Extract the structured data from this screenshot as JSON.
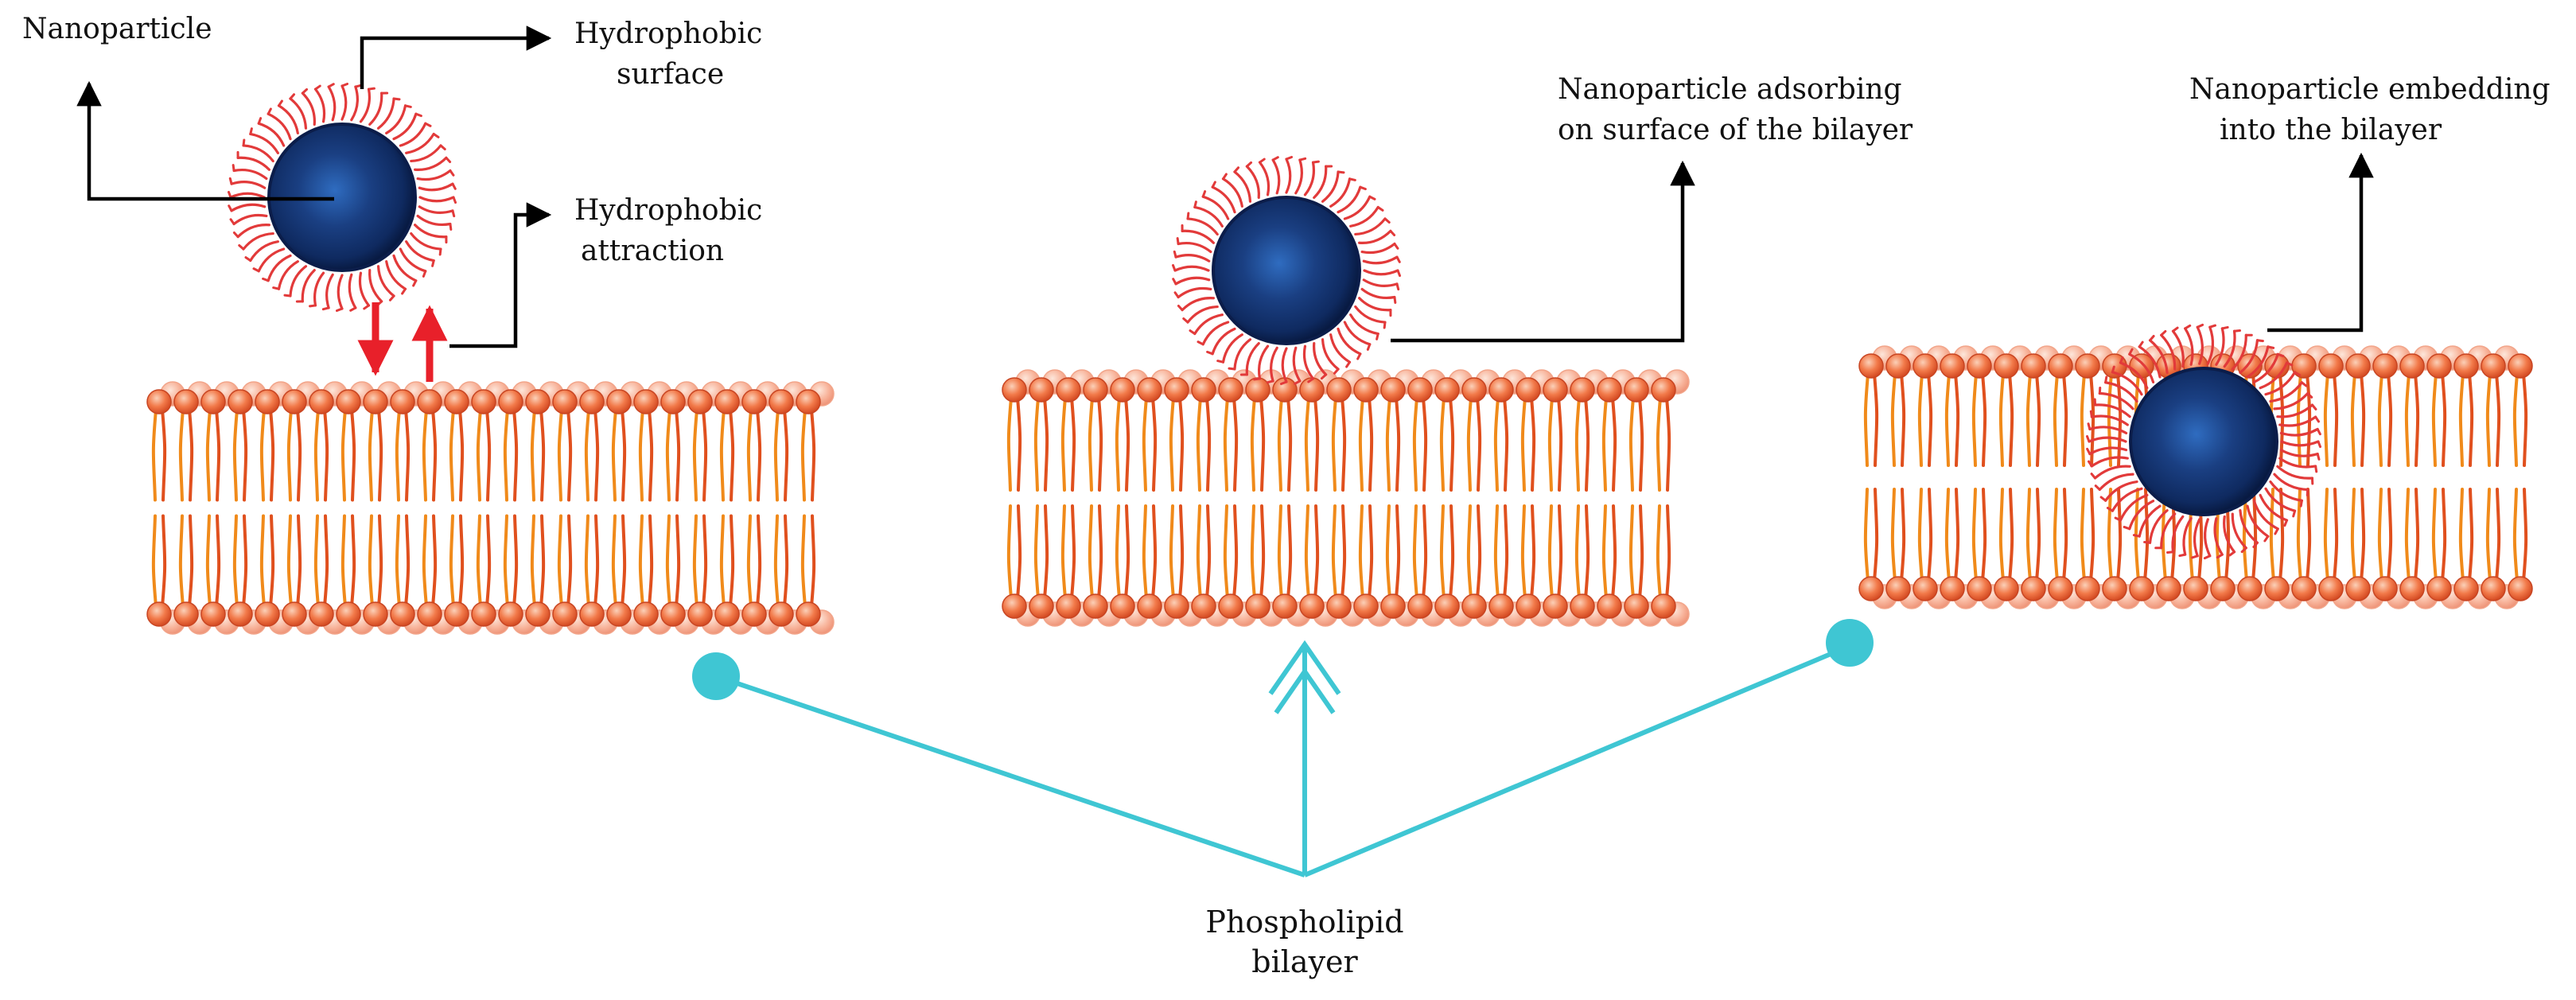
{
  "labels": {
    "nanoparticle": "Nanoparticle",
    "hydrophobic_surface_line1": "Hydrophobic",
    "hydrophobic_surface_line2": "surface",
    "hydrophobic_attraction_line1": "Hydrophobic",
    "hydrophobic_attraction_line2": "attraction",
    "adsorbing_line1": "Nanoparticle adsorbing",
    "adsorbing_line2": "on surface of the bilayer",
    "embedding_line1": "Nanoparticle embedding",
    "embedding_line2": "into the bilayer",
    "bilayer_line1": "Phospholipid",
    "bilayer_line2": "bilayer"
  },
  "colors": {
    "annotation_arrow": "#000000",
    "attraction_arrow": "#e8202a",
    "pointer_line": "#3fc6d3",
    "nanoparticle_core": "#1a3f82",
    "nanoparticle_rim": "#0b1d4a",
    "ligand": "#e23a3a",
    "lipid_head": "#f07a4a",
    "lipid_head_faint": "#f7b4a0",
    "lipid_tail": "#f08a1a",
    "lipid_tail_dark": "#e0501e"
  },
  "icons": {
    "nanoparticle": "ligand-coated-sphere",
    "bilayer": "phospholipid-bilayer"
  }
}
